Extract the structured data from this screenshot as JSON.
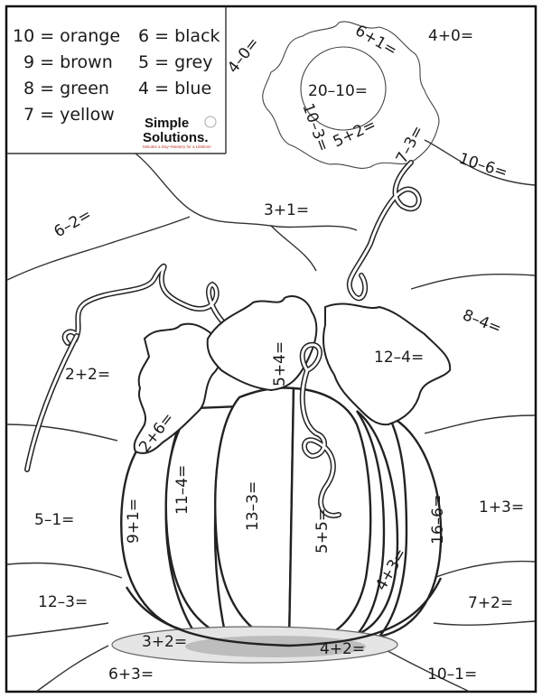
{
  "legend": {
    "items": [
      {
        "label": "10 = orange"
      },
      {
        "label": "6 = black"
      },
      {
        "label": "9 = brown"
      },
      {
        "label": "5 = grey"
      },
      {
        "label": "8 = green"
      },
      {
        "label": "4 = blue"
      },
      {
        "label": "7 = yellow"
      }
    ]
  },
  "brand": {
    "line1": "Simple",
    "line2": "Solutions.",
    "tagline": "Minutes a Day–Mastery for a Lifetime!"
  },
  "sun": {
    "center": "20–10=",
    "rays": [
      "4–0=",
      "6+1=",
      "10–3=",
      "5+2=",
      "7–3="
    ]
  },
  "sky": [
    "4+0=",
    "10–6=",
    "3+1=",
    "6–2=",
    "8–4="
  ],
  "pumpkin": {
    "leaves": [
      "2+6=",
      "5+4=",
      "12–4="
    ],
    "sections": [
      "9+1=",
      "11–4=",
      "13–3=",
      "5+5=",
      "4+3=",
      "16–6="
    ]
  },
  "background": [
    "2+2=",
    "5–1=",
    "1+3=",
    "12–3=",
    "7+2=",
    "6+3=",
    "10–1="
  ],
  "shadow": [
    "3+2=",
    "4+2="
  ]
}
